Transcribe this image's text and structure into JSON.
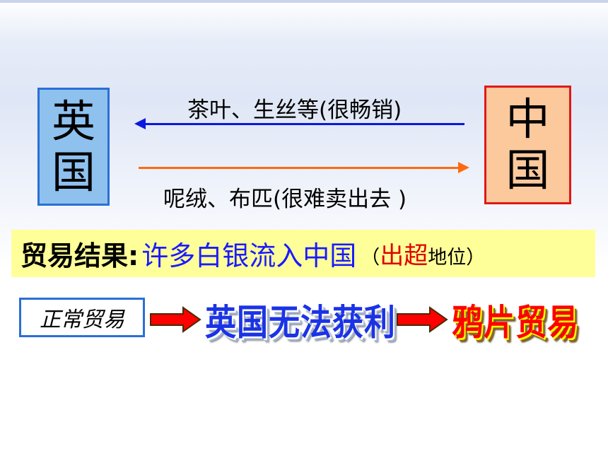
{
  "countries": {
    "uk": {
      "line1": "英",
      "line2": "国"
    },
    "china": {
      "line1": "中",
      "line2": "国"
    }
  },
  "trade": {
    "china_to_uk": "茶叶、生丝等(很畅销)",
    "uk_to_china": "呢绒、布匹(很难卖出去 )"
  },
  "result": {
    "label": "贸易结果:",
    "text": "许多白银流入中国",
    "paren_open": "（",
    "status_red": "出超",
    "status_rest": "地位）"
  },
  "flow": {
    "normal_trade": "正常贸易",
    "uk_no_profit": "英国无法获利",
    "opium_trade": "鸦片贸易"
  },
  "colors": {
    "uk_box": "#8ec1ee",
    "china_box": "#fbc99c",
    "arrow_blue": "#0a18e0",
    "arrow_orange": "#ff6a10",
    "result_bg": "#ffff99",
    "flow_arrow": "#ff0000"
  }
}
